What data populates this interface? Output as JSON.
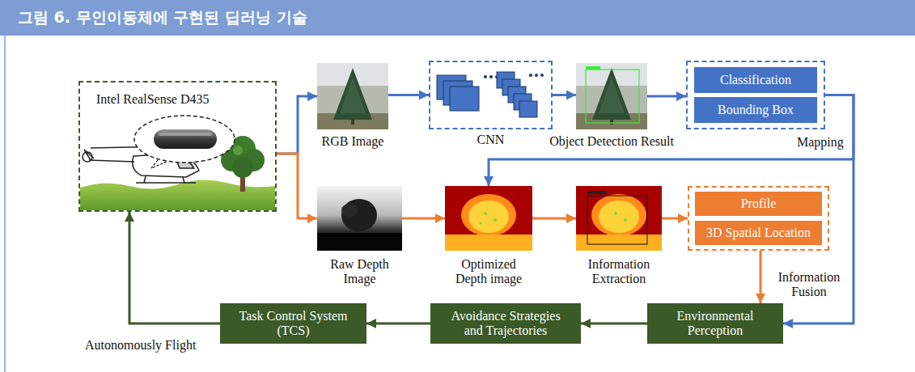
{
  "diagram": {
    "title": "그림 6. 무인이동체에 구현된 딥러닝 기술",
    "nodes": [
      {
        "text": [
          "Intel RealSense D435"
        ]
      },
      {
        "text": [
          "RGB Image"
        ]
      },
      {
        "text": [
          "CNN"
        ]
      },
      {
        "text": [
          "Object Detection Result"
        ]
      },
      {
        "text": []
      },
      {
        "text": [
          "Classification"
        ],
        "in": 4
      },
      {
        "text": [
          "Bounding Box"
        ],
        "in": 4
      },
      {
        "text": [
          "Raw Depth Image"
        ]
      },
      {
        "text": [
          "Optimized Depth image"
        ]
      },
      {
        "text": [
          "Information Extraction"
        ]
      },
      {
        "text": []
      },
      {
        "text": [
          "Profile"
        ],
        "in": 10
      },
      {
        "text": [
          "3D Spatial Location"
        ],
        "in": 10
      },
      {
        "text": [
          "Environmental Perception"
        ]
      },
      {
        "text": [
          "Avoidance Strategies and Trajectories"
        ]
      },
      {
        "text": [
          "Task Control System (TCS)"
        ]
      }
    ],
    "edges": [
      {
        "from": 0,
        "to": 1,
        "arrow": "to"
      },
      {
        "from": 0,
        "to": 7,
        "arrow": "to"
      },
      {
        "from": 1,
        "to": 2,
        "arrow": "to"
      },
      {
        "from": 2,
        "to": 3,
        "arrow": "to"
      },
      {
        "from": 3,
        "to": 4,
        "arrow": "to"
      },
      {
        "from": 4,
        "to": 8,
        "arrow": "to"
      },
      {
        "from": 4,
        "to": 13,
        "arrow": "to"
      },
      {
        "from": 7,
        "to": 8,
        "arrow": "to"
      },
      {
        "from": 8,
        "to": 9,
        "arrow": "to"
      },
      {
        "from": 9,
        "to": 10,
        "arrow": "to"
      },
      {
        "from": 10,
        "to": 13,
        "label": "Information Fusion",
        "arrow": "to"
      },
      {
        "from": 13,
        "to": 14,
        "arrow": "to"
      },
      {
        "from": 14,
        "to": 15,
        "arrow": "to"
      },
      {
        "from": 15,
        "to": 0,
        "arrow": "to"
      }
    ],
    "labels": [
      "Mapping",
      "Autonomously Flight"
    ]
  }
}
